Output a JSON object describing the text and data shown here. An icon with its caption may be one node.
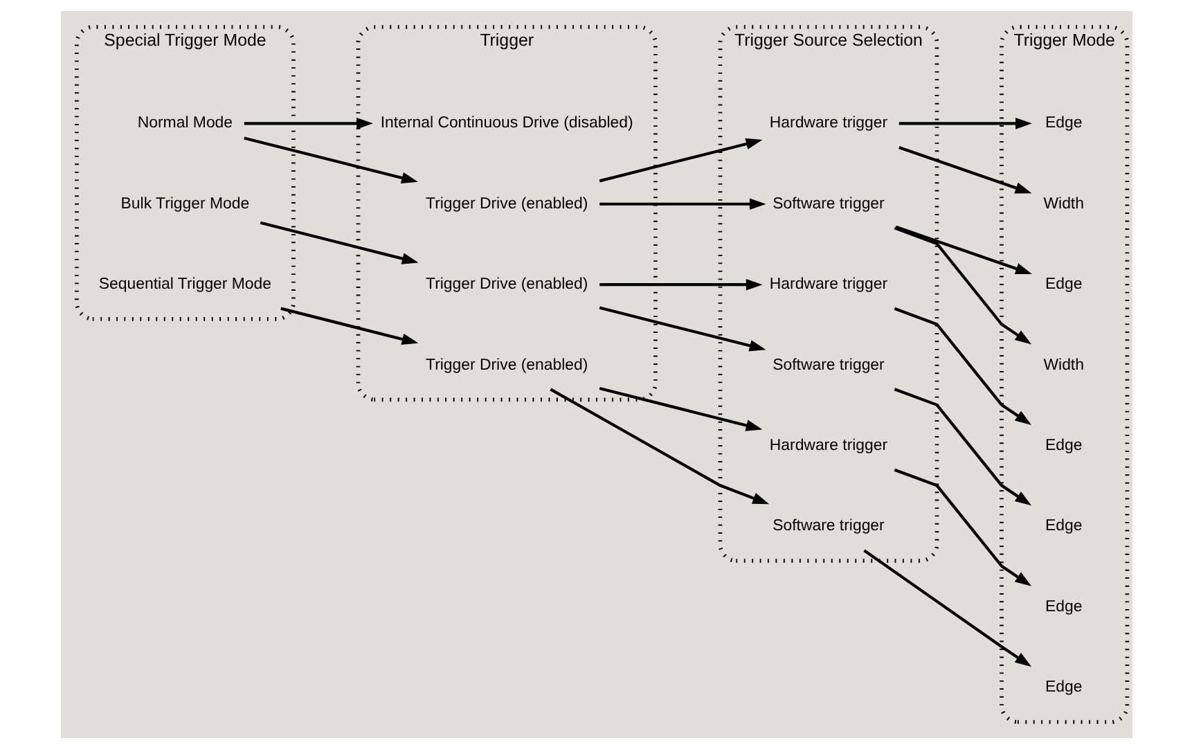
{
  "diagram": {
    "nodes": [
      {
        "text": [
          "Special Trigger Mode"
        ]
      },
      {
        "text": [
          "Normal Mode"
        ],
        "in": 0
      },
      {
        "text": [
          "Bulk Trigger Mode"
        ],
        "in": 0
      },
      {
        "text": [
          "Sequential Trigger Mode"
        ],
        "in": 0
      },
      {
        "text": [
          "Trigger"
        ]
      },
      {
        "text": [
          "Internal Continuous Drive (disabled)"
        ],
        "in": 4
      },
      {
        "text": [
          "Trigger Drive (enabled)"
        ],
        "in": 4
      },
      {
        "text": [
          "Trigger Drive (enabled)"
        ],
        "in": 4
      },
      {
        "text": [
          "Trigger Drive (enabled)"
        ],
        "in": 4
      },
      {
        "text": [
          "Trigger Source Selection"
        ]
      },
      {
        "text": [
          "Hardware trigger"
        ],
        "in": 9
      },
      {
        "text": [
          "Software trigger"
        ],
        "in": 9
      },
      {
        "text": [
          "Hardware trigger"
        ],
        "in": 9
      },
      {
        "text": [
          "Software trigger"
        ],
        "in": 9
      },
      {
        "text": [
          "Hardware trigger"
        ],
        "in": 9
      },
      {
        "text": [
          "Software trigger"
        ],
        "in": 9
      },
      {
        "text": [
          "Trigger Mode"
        ]
      },
      {
        "text": [
          "Edge"
        ],
        "in": 16
      },
      {
        "text": [
          "Width"
        ],
        "in": 16
      },
      {
        "text": [
          "Edge"
        ],
        "in": 16
      },
      {
        "text": [
          "Width"
        ],
        "in": 16
      },
      {
        "text": [
          "Edge"
        ],
        "in": 16
      },
      {
        "text": [
          "Edge"
        ],
        "in": 16
      },
      {
        "text": [
          "Edge"
        ],
        "in": 16
      },
      {
        "text": [
          "Edge"
        ],
        "in": 16
      }
    ],
    "edges": [
      {
        "from": 1,
        "to": 5,
        "arrow": "to"
      },
      {
        "from": 1,
        "to": 6,
        "arrow": "to"
      },
      {
        "from": 6,
        "to": 10,
        "arrow": "to"
      },
      {
        "from": 6,
        "to": 11,
        "arrow": "to"
      },
      {
        "from": 10,
        "to": 17,
        "arrow": "to"
      },
      {
        "from": 10,
        "to": 18,
        "arrow": "to"
      },
      {
        "from": 11,
        "to": 19,
        "arrow": "to"
      },
      {
        "from": 11,
        "to": 20,
        "arrow": "to"
      },
      {
        "from": 2,
        "to": 7,
        "arrow": "to"
      },
      {
        "from": 7,
        "to": 12,
        "arrow": "to"
      },
      {
        "from": 7,
        "to": 13,
        "arrow": "to"
      },
      {
        "from": 12,
        "to": 21,
        "arrow": "to"
      },
      {
        "from": 13,
        "to": 22,
        "arrow": "to"
      },
      {
        "from": 3,
        "to": 8,
        "arrow": "to"
      },
      {
        "from": 8,
        "to": 14,
        "arrow": "to"
      },
      {
        "from": 8,
        "to": 15,
        "arrow": "to"
      },
      {
        "from": 14,
        "to": 23,
        "arrow": "to"
      },
      {
        "from": 15,
        "to": 24,
        "arrow": "to"
      }
    ]
  }
}
